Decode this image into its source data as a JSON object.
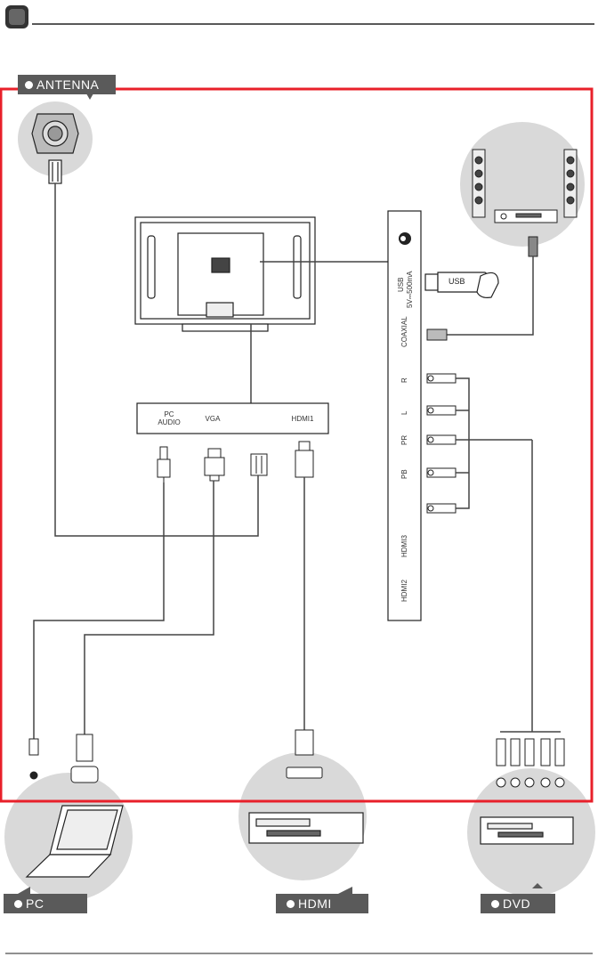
{
  "labels": {
    "antenna": "ANTENNA",
    "pc": "PC",
    "hdmi": "HDMI",
    "dvd": "DVD"
  },
  "ports_bottom": {
    "pc_audio_line1": "PC",
    "pc_audio_line2": "AUDIO",
    "vga": "VGA",
    "hdmi1": "HDMI1"
  },
  "ports_side": {
    "usb": "USB",
    "usb_rating": "5V⎓500mA",
    "coaxial": "COAXIAL",
    "r": "R",
    "l": "L",
    "pr": "PR",
    "pb": "PB",
    "hdmi3": "HDMI3",
    "hdmi2": "HDMI2"
  },
  "usb_stick_text": "USB",
  "colors": {
    "frame_red": "#e8202a",
    "line": "#444444",
    "circle_bg": "#d9d9d9",
    "tag_bg": "#5a5a5a"
  }
}
